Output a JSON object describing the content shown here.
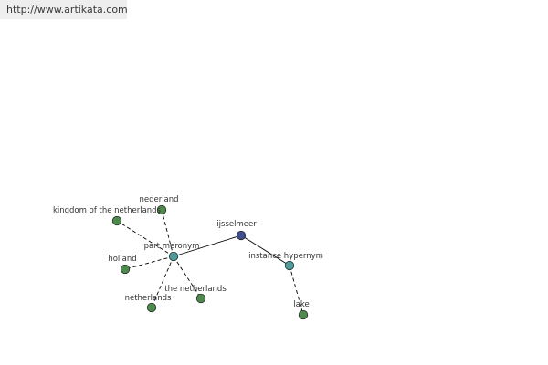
{
  "source": {
    "url_text": "http://www.artikata.com"
  },
  "graph": {
    "nodes": [
      {
        "id": "center",
        "label": "ijsselmeer",
        "color": "#3d4f8f"
      },
      {
        "id": "meronym",
        "label": "part meronym",
        "color": "#4d9a9a"
      },
      {
        "id": "hypernym",
        "label": "instance hypernym",
        "color": "#4d9a9a"
      },
      {
        "id": "kingdom",
        "label": "kingdom of the netherlands",
        "color": "#4e8a4e"
      },
      {
        "id": "nederland",
        "label": "nederland",
        "color": "#4e8a4e"
      },
      {
        "id": "holland",
        "label": "holland",
        "color": "#4e8a4e"
      },
      {
        "id": "netherlands",
        "label": "netherlands",
        "color": "#4e8a4e"
      },
      {
        "id": "thenetherlands",
        "label": "the netherlands",
        "color": "#4e8a4e"
      },
      {
        "id": "lake",
        "label": "lake",
        "color": "#4e8a4e"
      }
    ],
    "edges": [
      {
        "from": "center",
        "to": "meronym",
        "style": "solid"
      },
      {
        "from": "center",
        "to": "hypernym",
        "style": "solid"
      },
      {
        "from": "meronym",
        "to": "kingdom",
        "style": "dashed"
      },
      {
        "from": "meronym",
        "to": "nederland",
        "style": "dashed"
      },
      {
        "from": "meronym",
        "to": "holland",
        "style": "dashed"
      },
      {
        "from": "meronym",
        "to": "netherlands",
        "style": "dashed"
      },
      {
        "from": "meronym",
        "to": "thenetherlands",
        "style": "dashed"
      },
      {
        "from": "hypernym",
        "to": "lake",
        "style": "dashed"
      }
    ]
  }
}
